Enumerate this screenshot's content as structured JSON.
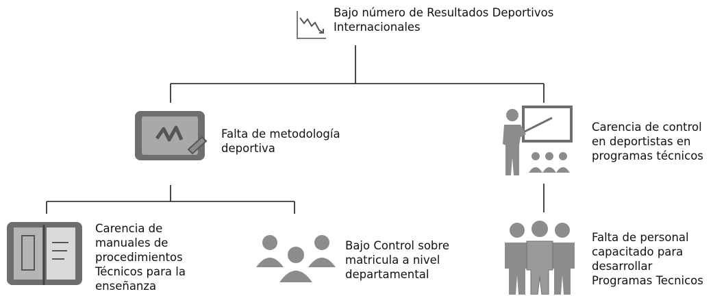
{
  "diagram": {
    "root": {
      "label_lines": [
        "Bajo número de Resultados Deportivos",
        "Internacionales"
      ],
      "icon": "declining-chart-icon"
    },
    "left_branch": {
      "label_lines": [
        "Falta de metodología",
        "deportiva"
      ],
      "icon": "chalkboard-icon",
      "children": [
        {
          "label_lines": [
            "Carencia de",
            "manuales de",
            "procedimientos",
            "Técnicos para la",
            "enseñanza"
          ],
          "icon": "manual-book-icon"
        },
        {
          "label_lines": [
            "Bajo Control sobre",
            "matricula a nivel",
            "departamental"
          ],
          "icon": "group-people-icon"
        }
      ]
    },
    "right_branch": {
      "label_lines": [
        "Carencia de control",
        "en deportistas en",
        "programas técnicos"
      ],
      "icon": "teacher-presentation-icon",
      "children": [
        {
          "label_lines": [
            "Falta de personal",
            "capacitado para",
            "desarrollar",
            "Programas Tecnicos"
          ],
          "icon": "three-people-icon"
        }
      ]
    },
    "colors": {
      "line": "#1a1a1a",
      "icon_fill": "#8c8c8c",
      "icon_dark": "#555555",
      "text": "#111111"
    }
  }
}
